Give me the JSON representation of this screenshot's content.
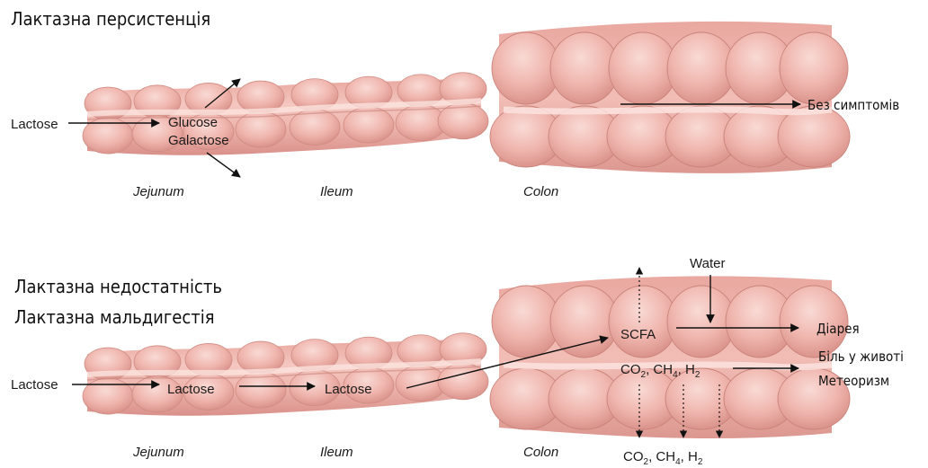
{
  "panel_top": {
    "title": "Лактазна персистенція",
    "small_intestine": {
      "input_label": "Lactose",
      "products": [
        "Glucose",
        "Galactose"
      ]
    },
    "segments": {
      "jejunum": "Jejunum",
      "ileum": "Ileum",
      "colon": "Colon"
    },
    "outcome": "Без симптомів"
  },
  "panel_bottom": {
    "title_line1": "Лактазна недостатність",
    "title_line2": "Лактазна мальдигестія",
    "small_intestine": {
      "input_label": "Lactose",
      "stage_labels": [
        "Lactose",
        "Lactose"
      ]
    },
    "segments": {
      "jejunum": "Jejunum",
      "ileum": "Ileum",
      "colon": "Colon"
    },
    "colon": {
      "water_label": "Water",
      "scfa_label": "SCFA",
      "gas_formula": {
        "co": "CO",
        "co_sub": "2",
        "ch": "CH",
        "ch_sub": "4",
        "h": "H",
        "h_sub": "2"
      },
      "gas_out_formula": {
        "co": "CO",
        "co_sub": "2",
        "ch": "CH",
        "ch_sub": "4",
        "h": "H",
        "h_sub": "2"
      }
    },
    "outcomes": {
      "diarrhea": "Діарея",
      "pain": "Біль у животі",
      "bloating": "Метеоризм"
    }
  },
  "colors": {
    "tissue_fill": "#eeb3ab",
    "tissue_dark": "#c9867d",
    "tissue_light": "#f7d7d1",
    "arrow": "#111111"
  }
}
